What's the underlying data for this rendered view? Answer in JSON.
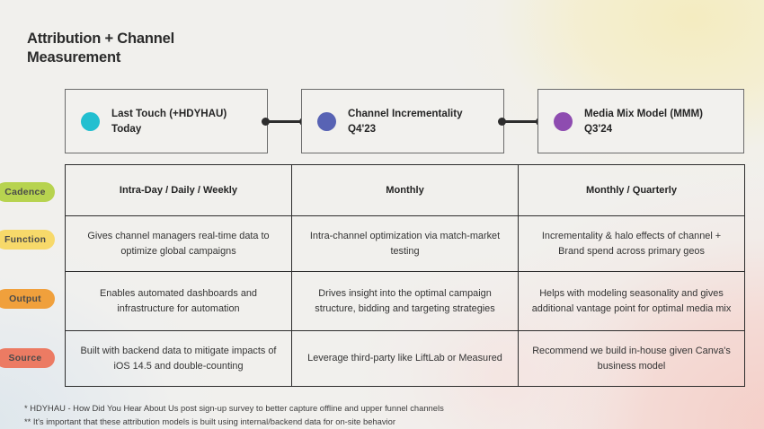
{
  "slide": {
    "title": "Attribution + Channel\nMeasurement",
    "background": {
      "base_color": "#f1f0ed",
      "wash_yellow": "#f4ecbe",
      "wash_pink": "#f5cdc6",
      "wash_blue": "#dde6ec"
    }
  },
  "stages": [
    {
      "name": "last-touch",
      "dot_color": "#22bfd0",
      "label": "Last Touch (+HDYHAU)\nToday",
      "title": "Last Touch (+HDYHAU)",
      "timing": "Today"
    },
    {
      "name": "channel-incrementality",
      "dot_color": "#5863b4",
      "label": "Channel Incrementality\nQ4'23",
      "title": "Channel Incrementality",
      "timing": "Q4'23"
    },
    {
      "name": "media-mix-model",
      "dot_color": "#8e4cb0",
      "label": "Media Mix Model (MMM)\nQ3'24",
      "title": "Media Mix Model (MMM)",
      "timing": "Q3'24"
    }
  ],
  "matrix": {
    "row_labels": [
      {
        "text": "Cadence",
        "color": "#b7d34f"
      },
      {
        "text": "Function",
        "color": "#f7d96a"
      },
      {
        "text": "Output",
        "color": "#f0a03c"
      },
      {
        "text": "Source",
        "color": "#ec7b63"
      }
    ],
    "rows": [
      {
        "label": "Cadence",
        "cells": [
          "Intra-Day / Daily / Weekly",
          "Monthly",
          "Monthly / Quarterly"
        ]
      },
      {
        "label": "Function",
        "cells": [
          "Gives channel managers real-time data to optimize global campaigns",
          "Intra-channel optimization via match-market testing",
          "Incrementality & halo effects of channel + Brand spend across primary geos"
        ]
      },
      {
        "label": "Output",
        "cells": [
          "Enables automated dashboards and infrastructure for automation",
          "Drives insight into the optimal campaign structure, bidding and targeting strategies",
          "Helps with modeling seasonality and gives additional vantage point for optimal media mix"
        ]
      },
      {
        "label": "Source",
        "cells": [
          "Built with backend data to mitigate impacts of iOS 14.5 and double-counting",
          "Leverage third-party like LiftLab or Measured",
          "Recommend we build in-house given Canva's business model"
        ]
      }
    ]
  },
  "footnotes": [
    "* HDYHAU - How Did You Hear About Us post sign-up survey to better capture offline and upper funnel channels",
    "** It's important that these attribution models is built using internal/backend data for on-site behavior"
  ]
}
